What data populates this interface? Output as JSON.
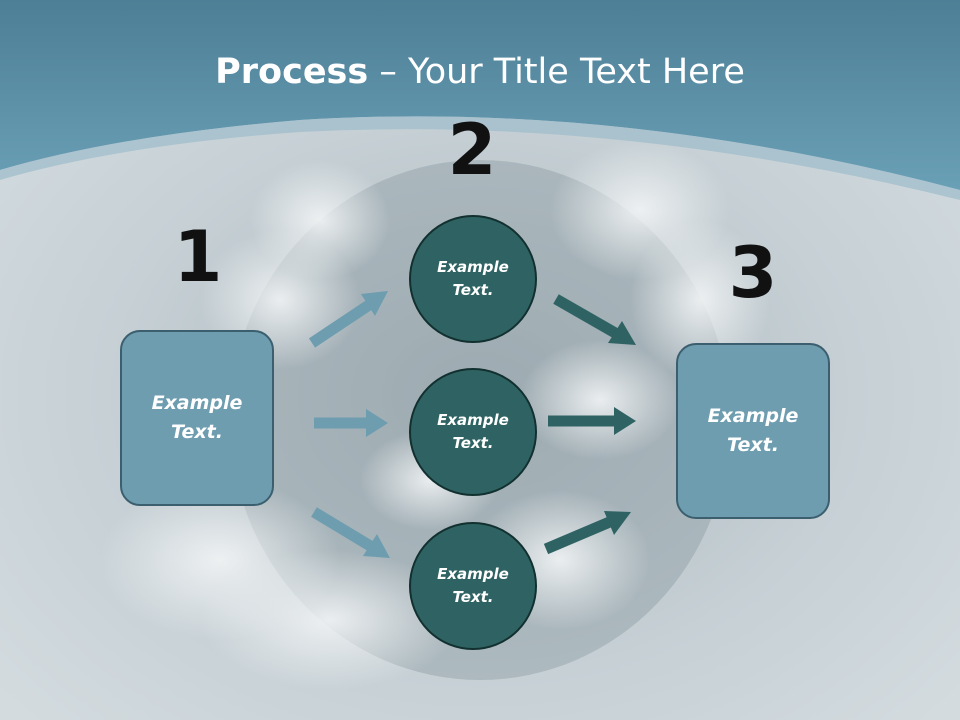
{
  "title": {
    "bold": "Process",
    "rest": " – Your Title Text Here"
  },
  "steps": {
    "one": "1",
    "two": "2",
    "three": "3"
  },
  "boxes": {
    "left": "Example\nText.",
    "right": "Example\nText."
  },
  "circles": {
    "top": "Example\nText.",
    "middle": "Example\nText.",
    "bottom": "Example\nText."
  },
  "colors": {
    "header": "#5a8fa6",
    "box_fill": "#6e9db0",
    "circle_fill": "#2f6363",
    "arrow_light": "#6e9db0",
    "arrow_dark": "#2f6363"
  }
}
